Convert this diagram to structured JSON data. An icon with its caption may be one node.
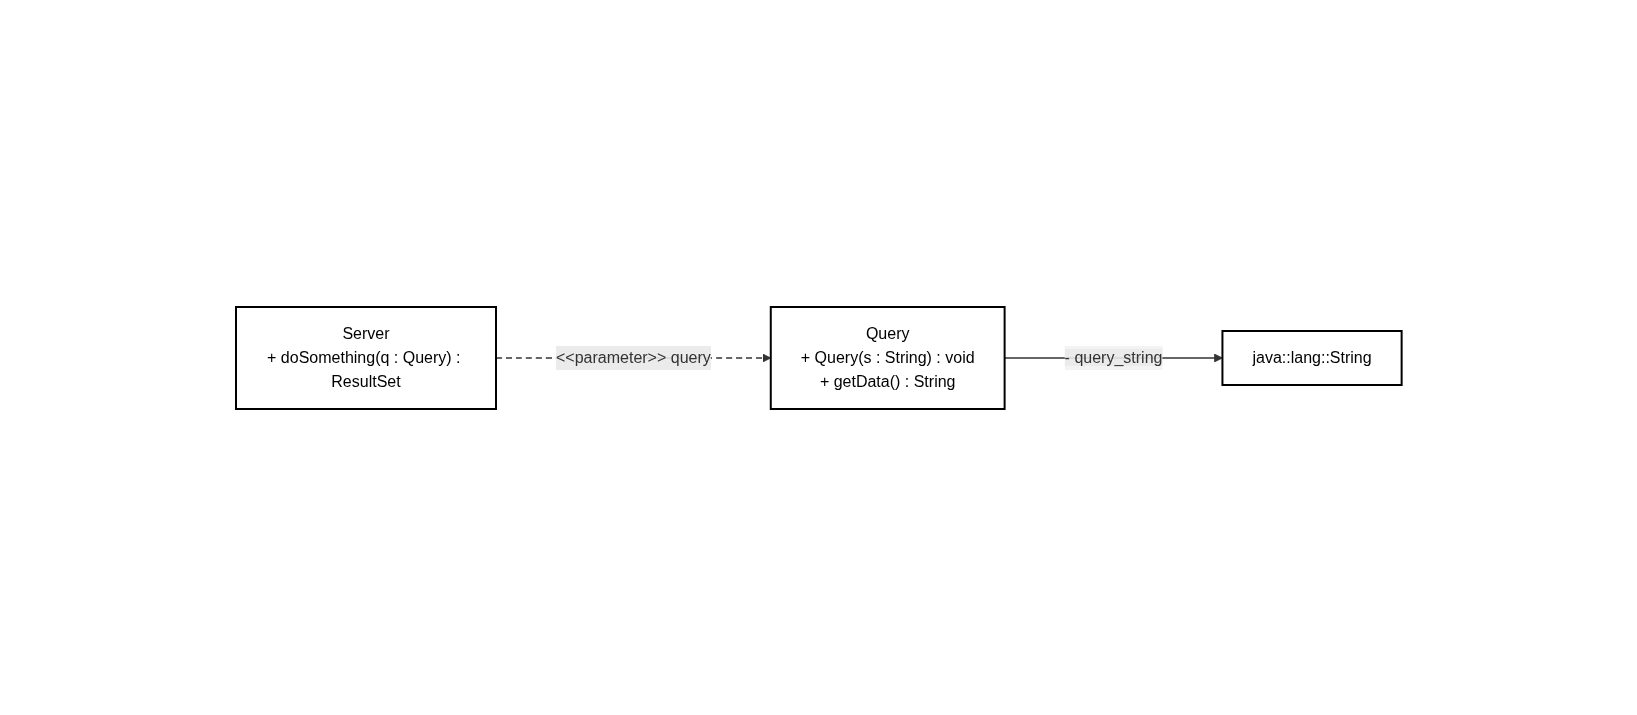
{
  "diagram": {
    "nodes": [
      {
        "text": [
          "Query",
          "+ Query(s : String) : void",
          "+ getData() : String"
        ]
      },
      {
        "text": [
          "java::lang::String"
        ]
      },
      {
        "text": [
          "Server",
          "+ doSomething(q : Query) : ResultSet"
        ]
      }
    ],
    "edges": [
      {
        "from": 0,
        "to": 1,
        "arrow": "to",
        "label": "- query_string"
      },
      {
        "from": 2,
        "to": 0,
        "arrow": "to",
        "label": "<<parameter>> query",
        "style": "dashed"
      }
    ]
  }
}
